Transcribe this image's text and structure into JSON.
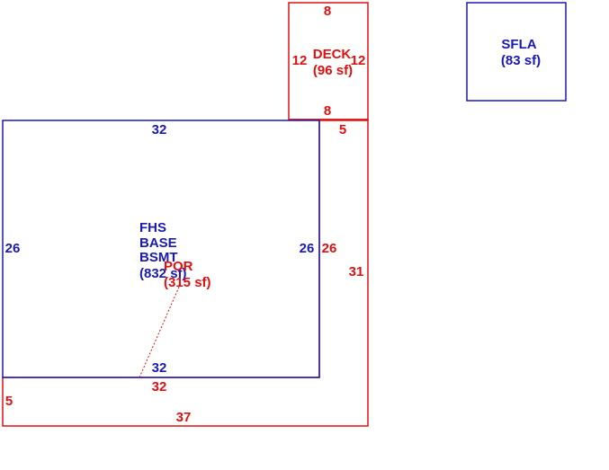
{
  "colors": {
    "living_area": "#1a1ab3",
    "exterior": "#e01010"
  },
  "sfla": {
    "name": "SFLA",
    "area": "(83 sf)"
  },
  "deck": {
    "name": "DECK",
    "area": "(96 sf)",
    "dim_top": "8",
    "dim_bottom": "8",
    "dim_left": "12",
    "dim_right": "12"
  },
  "main": {
    "line1": "FHS",
    "line2": "BASE",
    "line3": "BSMT",
    "area": "(832 sf)",
    "dim_top": "32",
    "dim_bottom": "32",
    "dim_left": "26",
    "dim_right": "26"
  },
  "porch": {
    "name": "POR",
    "area": "(315 sf)",
    "dim_top_right": "5",
    "dim_right_inner": "26",
    "dim_right_outer": "31",
    "dim_bottom_inner": "32",
    "dim_bottom_outer": "37",
    "dim_left_bottom": "5"
  }
}
